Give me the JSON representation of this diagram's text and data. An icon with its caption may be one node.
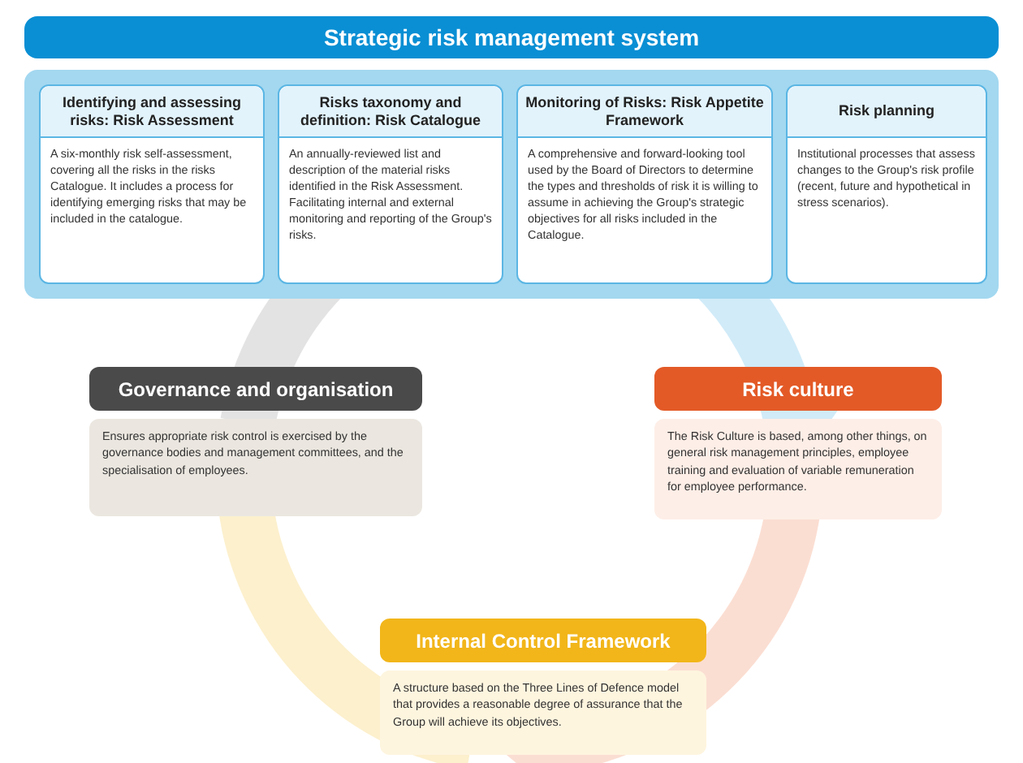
{
  "diagram": {
    "nodes": [
      {
        "text": [
          "Strategic risk management system"
        ]
      },
      {
        "text": [
          "Identifying and assessing risks: Risk Assessment",
          "A six-monthly risk self-assessment, covering all the risks in the risks Catalogue. It includes a process for identifying emerging risks that may be included in the catalogue."
        ],
        "in": 0
      },
      {
        "text": [
          "Risks taxonomy and definition: Risk Catalogue",
          "An annually-reviewed list and description of the material risks identified in the Risk Assessment. Facilitating internal and external monitoring and reporting of the Group's risks."
        ],
        "in": 0
      },
      {
        "text": [
          "Monitoring of Risks: Risk Appetite Framework",
          "A comprehensive and forward-looking tool used by the Board of Directors to determine the types and thresholds of risk it is willing to assume in achieving the Group's strategic objectives for all risks included in the Catalogue."
        ],
        "in": 0
      },
      {
        "text": [
          "Risk planning",
          "Institutional processes that assess changes to the Group's risk profile (recent, future and hypothetical in stress scenarios)."
        ],
        "in": 0
      },
      {
        "text": [
          "Governance and organisation",
          "Ensures appropriate risk control is exercised by the governance bodies and management committees, and the specialisation of employees."
        ]
      },
      {
        "text": [
          "Risk culture",
          "The Risk Culture is based, among other things, on general risk management principles, employee training and evaluation of variable remuneration for employee performance."
        ]
      },
      {
        "text": [
          "Internal Control Framework",
          "A structure based on the Three Lines of Defence model that provides a reasonable degree of assurance that the Group will achieve its objectives."
        ]
      }
    ]
  }
}
